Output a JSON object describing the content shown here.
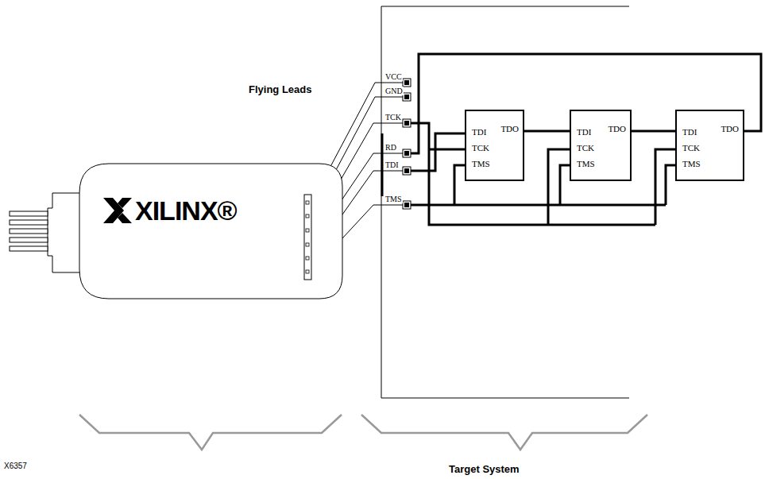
{
  "diagram": {
    "nodes": [
      {
        "text": [
          "XILINX®"
        ]
      },
      {
        "text": [
          "TDI",
          "TCK",
          "TMS",
          "TDO"
        ]
      },
      {
        "text": [
          "TDI",
          "TCK",
          "TMS",
          "TDO"
        ]
      },
      {
        "text": [
          "TDI",
          "TCK",
          "TMS",
          "TDO"
        ]
      }
    ],
    "edges": [
      {
        "from": 1,
        "to": 2,
        "arrow": "none"
      },
      {
        "from": 2,
        "to": 3,
        "arrow": "none"
      }
    ],
    "labels": [
      "Flying Leads",
      "VCC",
      "GND",
      "TCK",
      "RD",
      "TDI",
      "TMS",
      "Target System",
      "X6357"
    ]
  }
}
